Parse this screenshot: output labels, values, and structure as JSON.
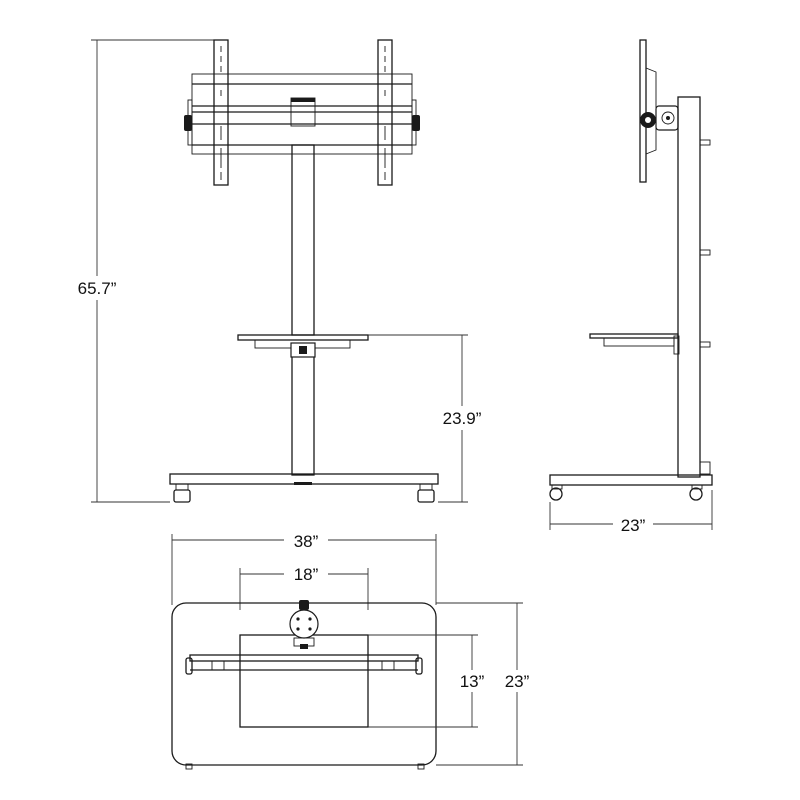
{
  "dimensions": {
    "total_height": "65.7”",
    "shelf_height": "23.9”",
    "side_depth": "23”",
    "base_width": "38”",
    "plate_width": "18”",
    "plate_height": "13”",
    "base_depth": "23”"
  },
  "colors": {
    "line": "#1a1a1a",
    "background": "#ffffff"
  }
}
